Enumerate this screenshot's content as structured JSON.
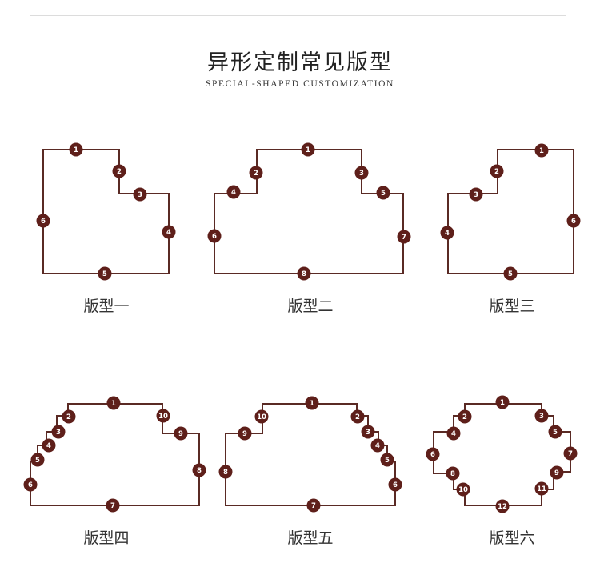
{
  "header": {
    "title": "异形定制常见版型",
    "subtitle": "SPECIAL-SHAPED CUSTOMIZATION"
  },
  "colors": {
    "outline": "#5a2a24",
    "marker": "#5e1f1a",
    "marker_text": "#ffffff"
  },
  "layouts": [
    {
      "caption": "版型一",
      "labels": [
        "1",
        "2",
        "3",
        "4",
        "5",
        "6"
      ]
    },
    {
      "caption": "版型二",
      "labels": [
        "1",
        "2",
        "3",
        "4",
        "5",
        "6",
        "7",
        "8"
      ]
    },
    {
      "caption": "版型三",
      "labels": [
        "1",
        "2",
        "3",
        "4",
        "5",
        "6"
      ]
    },
    {
      "caption": "版型四",
      "labels": [
        "1",
        "2",
        "3",
        "4",
        "5",
        "6",
        "7",
        "8",
        "9",
        "10"
      ]
    },
    {
      "caption": "版型五",
      "labels": [
        "1",
        "2",
        "3",
        "4",
        "5",
        "6",
        "7",
        "8",
        "9",
        "10"
      ]
    },
    {
      "caption": "版型六",
      "labels": [
        "1",
        "2",
        "3",
        "4",
        "5",
        "6",
        "7",
        "8",
        "9",
        "10",
        "11",
        "12"
      ]
    }
  ]
}
